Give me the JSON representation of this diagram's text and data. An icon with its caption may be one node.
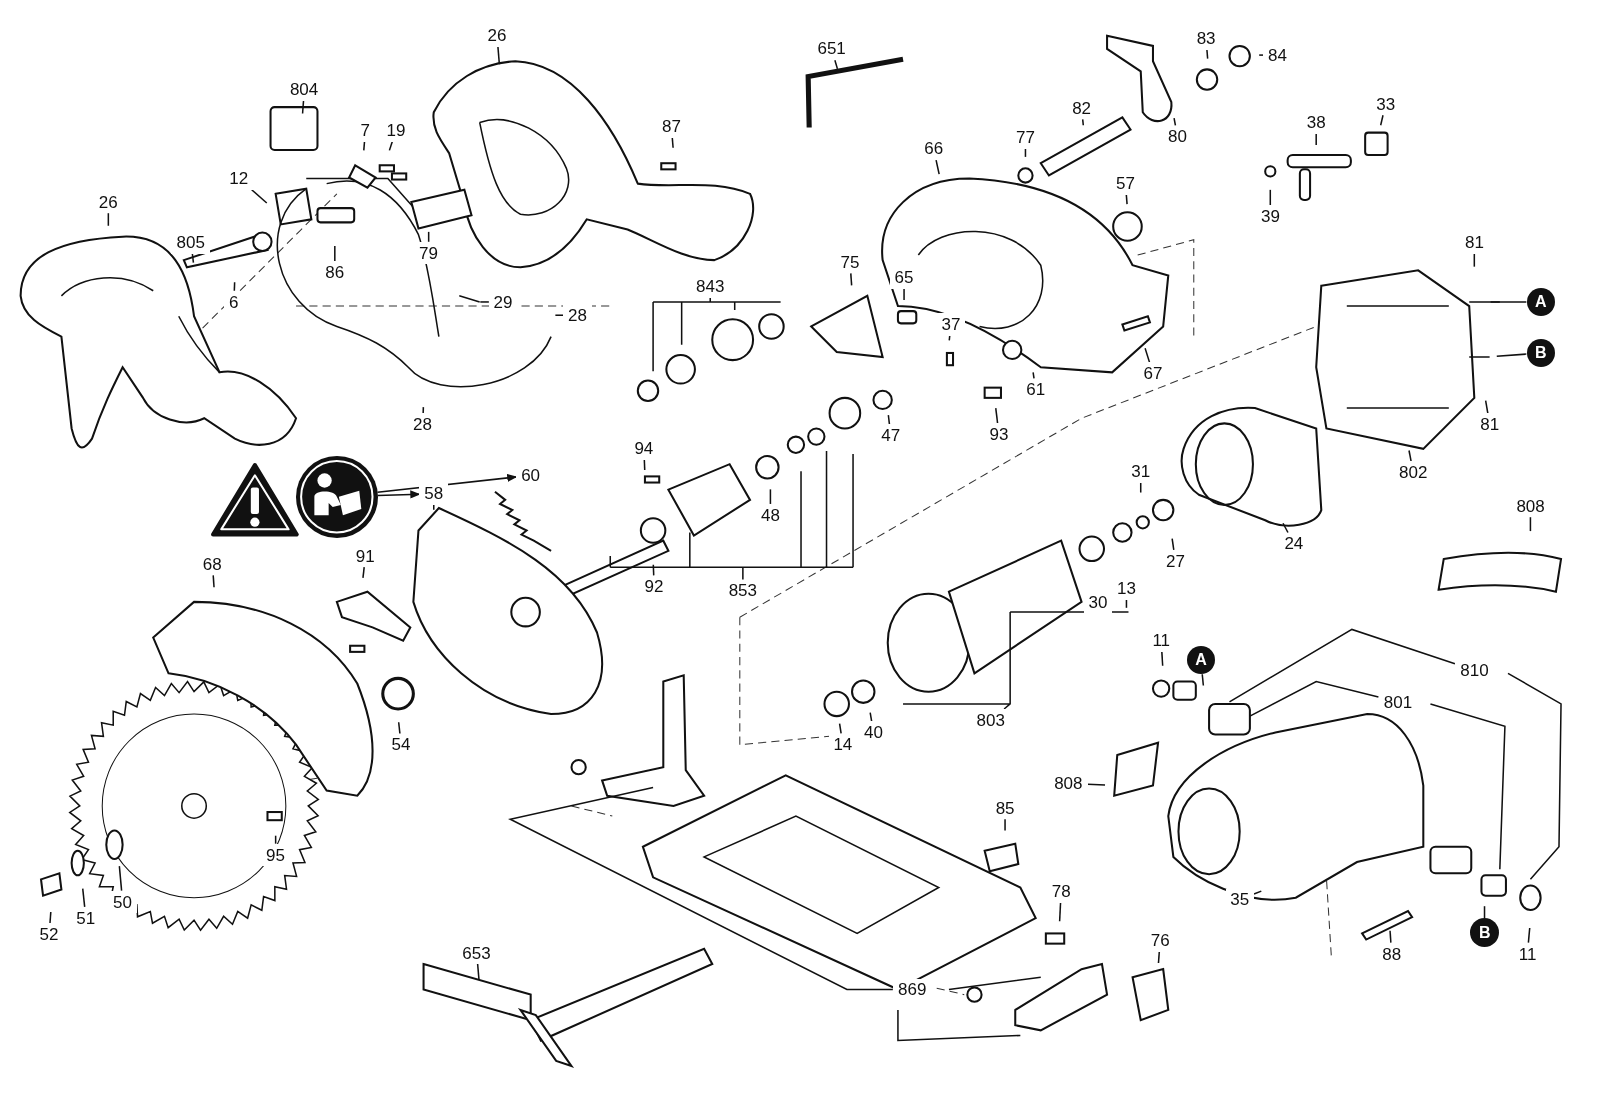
{
  "diagram": {
    "nodes": [
      {
        "text": [
          "26"
        ]
      },
      {
        "text": [
          "804"
        ]
      },
      {
        "text": [
          "7"
        ]
      },
      {
        "text": [
          "19"
        ]
      },
      {
        "text": [
          "87"
        ]
      },
      {
        "text": [
          "651"
        ]
      },
      {
        "text": [
          "83"
        ]
      },
      {
        "text": [
          "84"
        ]
      },
      {
        "text": [
          "82"
        ]
      },
      {
        "text": [
          "80"
        ]
      },
      {
        "text": [
          "77"
        ]
      },
      {
        "text": [
          "66"
        ]
      },
      {
        "text": [
          "57"
        ]
      },
      {
        "text": [
          "38"
        ]
      },
      {
        "text": [
          "33"
        ]
      },
      {
        "text": [
          "39"
        ]
      },
      {
        "text": [
          "26"
        ]
      },
      {
        "text": [
          "12"
        ]
      },
      {
        "text": [
          "805"
        ]
      },
      {
        "text": [
          "6"
        ]
      },
      {
        "text": [
          "79"
        ]
      },
      {
        "text": [
          "86"
        ]
      },
      {
        "text": [
          "29"
        ]
      },
      {
        "text": [
          "28"
        ]
      },
      {
        "text": [
          "28"
        ]
      },
      {
        "text": [
          "843"
        ]
      },
      {
        "text": [
          "75"
        ]
      },
      {
        "text": [
          "65"
        ]
      },
      {
        "text": [
          "37"
        ]
      },
      {
        "text": [
          "93"
        ]
      },
      {
        "text": [
          "61"
        ]
      },
      {
        "text": [
          "67"
        ]
      },
      {
        "text": [
          "81"
        ]
      },
      {
        "text": [
          "A"
        ]
      },
      {
        "text": [
          "B"
        ]
      },
      {
        "text": [
          "81"
        ]
      },
      {
        "text": [
          "802"
        ]
      },
      {
        "text": [
          "94"
        ]
      },
      {
        "text": [
          "47"
        ]
      },
      {
        "text": [
          "48"
        ]
      },
      {
        "text": [
          "60"
        ]
      },
      {
        "text": [
          "58"
        ]
      },
      {
        "text": [],
        "shape": "picture"
      },
      {
        "text": [
          "91"
        ]
      },
      {
        "text": [
          "68"
        ]
      },
      {
        "text": [
          "853"
        ]
      },
      {
        "text": [
          "92"
        ]
      },
      {
        "text": [
          "31"
        ]
      },
      {
        "text": [
          "27"
        ]
      },
      {
        "text": [
          "24"
        ]
      },
      {
        "text": [
          "808"
        ]
      },
      {
        "text": [
          "30"
        ]
      },
      {
        "text": [
          "13"
        ]
      },
      {
        "text": [
          "54"
        ]
      },
      {
        "text": [
          "11"
        ]
      },
      {
        "text": [
          "A"
        ]
      },
      {
        "text": [
          "810"
        ]
      },
      {
        "text": [
          "801"
        ]
      },
      {
        "text": [
          "14"
        ]
      },
      {
        "text": [
          "40"
        ]
      },
      {
        "text": [
          "803"
        ]
      },
      {
        "text": [
          "808"
        ]
      },
      {
        "text": [
          "85"
        ]
      },
      {
        "text": [
          "95"
        ]
      },
      {
        "text": [
          "52"
        ]
      },
      {
        "text": [
          "51"
        ]
      },
      {
        "text": [
          "50"
        ]
      },
      {
        "text": [
          "78"
        ]
      },
      {
        "text": [
          "76"
        ]
      },
      {
        "text": [
          "35"
        ]
      },
      {
        "text": [
          "B"
        ]
      },
      {
        "text": [
          "11"
        ]
      },
      {
        "text": [
          "88"
        ]
      },
      {
        "text": [
          "653"
        ]
      },
      {
        "text": [
          "869"
        ]
      }
    ],
    "edges": [
      {
        "from": 0,
        "to": null,
        "arrow": "none"
      },
      {
        "from": 1,
        "to": null,
        "arrow": "none"
      },
      {
        "from": 2,
        "to": null,
        "arrow": "none"
      },
      {
        "from": 3,
        "to": null,
        "arrow": "none"
      },
      {
        "from": 4,
        "to": null,
        "arrow": "none"
      },
      {
        "from": 5,
        "to": null,
        "arrow": "none"
      },
      {
        "from": 6,
        "to": null,
        "arrow": "none"
      },
      {
        "from": 7,
        "to": null,
        "arrow": "none"
      },
      {
        "from": 8,
        "to": null,
        "arrow": "none"
      },
      {
        "from": 9,
        "to": null,
        "arrow": "none"
      },
      {
        "from": 10,
        "to": null,
        "arrow": "none"
      },
      {
        "from": 11,
        "to": null,
        "arrow": "none"
      },
      {
        "from": 12,
        "to": null,
        "arrow": "none"
      },
      {
        "from": 13,
        "to": null,
        "arrow": "none"
      },
      {
        "from": 14,
        "to": null,
        "arrow": "none"
      },
      {
        "from": 15,
        "to": null,
        "arrow": "none"
      },
      {
        "from": 16,
        "to": null,
        "arrow": "none"
      },
      {
        "from": 17,
        "to": null,
        "arrow": "none"
      },
      {
        "from": 18,
        "to": null,
        "arrow": "none"
      },
      {
        "from": 19,
        "to": null,
        "arrow": "none"
      },
      {
        "from": 20,
        "to": null,
        "arrow": "none"
      },
      {
        "from": 21,
        "to": null,
        "arrow": "none"
      },
      {
        "from": 22,
        "to": null,
        "arrow": "none"
      },
      {
        "from": 23,
        "to": null,
        "arrow": "none"
      },
      {
        "from": 24,
        "to": null,
        "arrow": "none"
      },
      {
        "from": 25,
        "to": null,
        "arrow": "none"
      },
      {
        "from": 26,
        "to": null,
        "arrow": "none"
      },
      {
        "from": 27,
        "to": null,
        "arrow": "none"
      },
      {
        "from": 28,
        "to": null,
        "arrow": "none"
      },
      {
        "from": 29,
        "to": null,
        "arrow": "none"
      },
      {
        "from": 30,
        "to": null,
        "arrow": "none"
      },
      {
        "from": 31,
        "to": null,
        "arrow": "none"
      },
      {
        "from": 32,
        "to": null,
        "arrow": "none"
      },
      {
        "from": 33,
        "to": null,
        "arrow": "none"
      },
      {
        "from": 34,
        "to": null,
        "arrow": "none"
      },
      {
        "from": 35,
        "to": null,
        "arrow": "none"
      },
      {
        "from": 36,
        "to": null,
        "arrow": "none"
      },
      {
        "from": 37,
        "to": null,
        "arrow": "none"
      },
      {
        "from": 38,
        "to": null,
        "arrow": "none"
      },
      {
        "from": 39,
        "to": null,
        "arrow": "none"
      },
      {
        "from": 41,
        "to": null,
        "arrow": "none"
      },
      {
        "from": 43,
        "to": null,
        "arrow": "none"
      },
      {
        "from": 44,
        "to": null,
        "arrow": "none"
      },
      {
        "from": 45,
        "to": null,
        "arrow": "none"
      },
      {
        "from": 46,
        "to": null,
        "arrow": "none"
      },
      {
        "from": 47,
        "to": null,
        "arrow": "none"
      },
      {
        "from": 48,
        "to": null,
        "arrow": "none"
      },
      {
        "from": 49,
        "to": null,
        "arrow": "none"
      },
      {
        "from": 50,
        "to": null,
        "arrow": "none"
      },
      {
        "from": 51,
        "to": null,
        "arrow": "none"
      },
      {
        "from": 52,
        "to": null,
        "arrow": "none"
      },
      {
        "from": 53,
        "to": null,
        "arrow": "none"
      },
      {
        "from": 54,
        "to": null,
        "arrow": "none"
      },
      {
        "from": 55,
        "to": null,
        "arrow": "none"
      },
      {
        "from": 56,
        "to": null,
        "arrow": "none"
      },
      {
        "from": 57,
        "to": null,
        "arrow": "none"
      },
      {
        "from": 58,
        "to": null,
        "arrow": "none"
      },
      {
        "from": 59,
        "to": null,
        "arrow": "none"
      },
      {
        "from": 60,
        "to": null,
        "arrow": "none"
      },
      {
        "from": 61,
        "to": null,
        "arrow": "none"
      },
      {
        "from": 62,
        "to": null,
        "arrow": "none"
      },
      {
        "from": 63,
        "to": null,
        "arrow": "none"
      },
      {
        "from": 64,
        "to": null,
        "arrow": "none"
      },
      {
        "from": 65,
        "to": null,
        "arrow": "none"
      },
      {
        "from": 66,
        "to": null,
        "arrow": "none"
      },
      {
        "from": 67,
        "to": null,
        "arrow": "none"
      },
      {
        "from": 68,
        "to": null,
        "arrow": "none"
      },
      {
        "from": 69,
        "to": null,
        "arrow": "none"
      },
      {
        "from": 70,
        "to": null,
        "arrow": "none"
      },
      {
        "from": 71,
        "to": null,
        "arrow": "none"
      },
      {
        "from": 72,
        "to": null,
        "arrow": "none"
      },
      {
        "from": 73,
        "to": null,
        "arrow": "none"
      },
      {
        "from": 74,
        "to": null,
        "arrow": "none"
      },
      {
        "from": 42,
        "to": 41,
        "arrow": "to"
      },
      {
        "from": 42,
        "to": 40,
        "arrow": "to"
      }
    ]
  }
}
